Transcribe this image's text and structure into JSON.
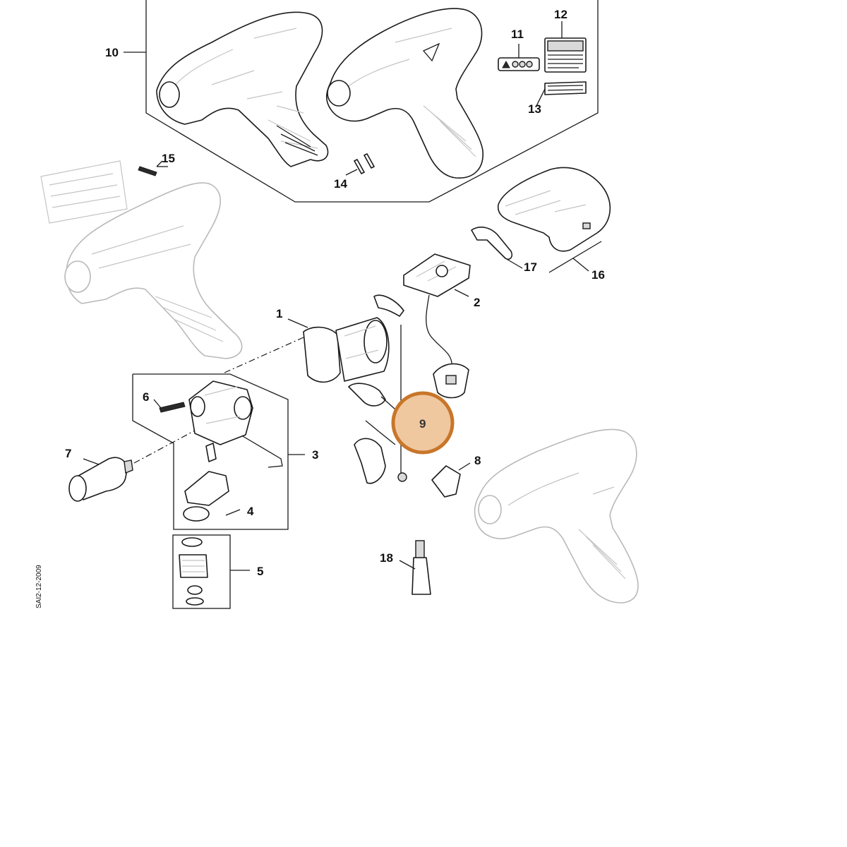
{
  "callouts": {
    "c1": "1",
    "c2": "2",
    "c3": "3",
    "c4": "4",
    "c5": "5",
    "c6": "6",
    "c7": "7",
    "c8": "8",
    "c9": "9",
    "c10": "10",
    "c11": "11",
    "c12": "12",
    "c13": "13",
    "c14": "14",
    "c15": "15",
    "c16": "16",
    "c17": "17",
    "c18": "18"
  },
  "highlight": {
    "label": "9",
    "fill_color": "#f0c8a0",
    "ring_color": "#c8762a"
  },
  "side_code": "SAI2-12-2009"
}
